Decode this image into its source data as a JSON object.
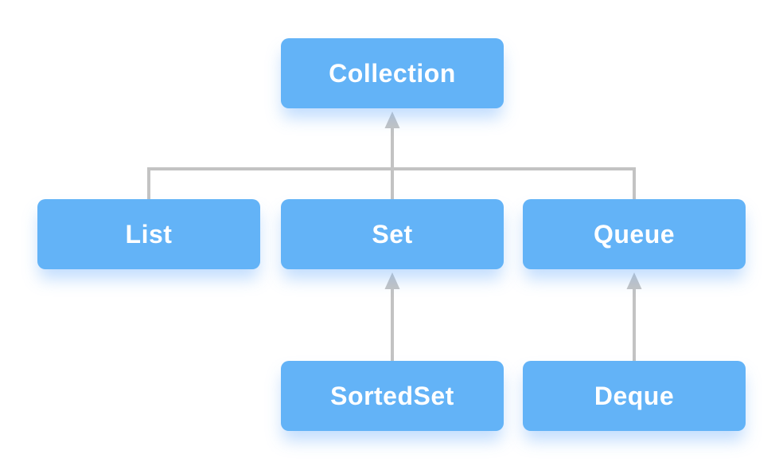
{
  "colors": {
    "box_fill": "#63b3f7",
    "box_text": "#ffffff",
    "connector": "#c3c3c3"
  },
  "nodes": {
    "collection": {
      "label": "Collection"
    },
    "list": {
      "label": "List"
    },
    "set": {
      "label": "Set"
    },
    "queue": {
      "label": "Queue"
    },
    "sortedset": {
      "label": "SortedSet"
    },
    "deque": {
      "label": "Deque"
    }
  },
  "edges": [
    {
      "from": "list",
      "to": "collection",
      "style": "shared-branch"
    },
    {
      "from": "set",
      "to": "collection",
      "style": "arrow-up"
    },
    {
      "from": "queue",
      "to": "collection",
      "style": "shared-branch"
    },
    {
      "from": "sortedset",
      "to": "set",
      "style": "arrow-up"
    },
    {
      "from": "deque",
      "to": "queue",
      "style": "arrow-up"
    }
  ]
}
